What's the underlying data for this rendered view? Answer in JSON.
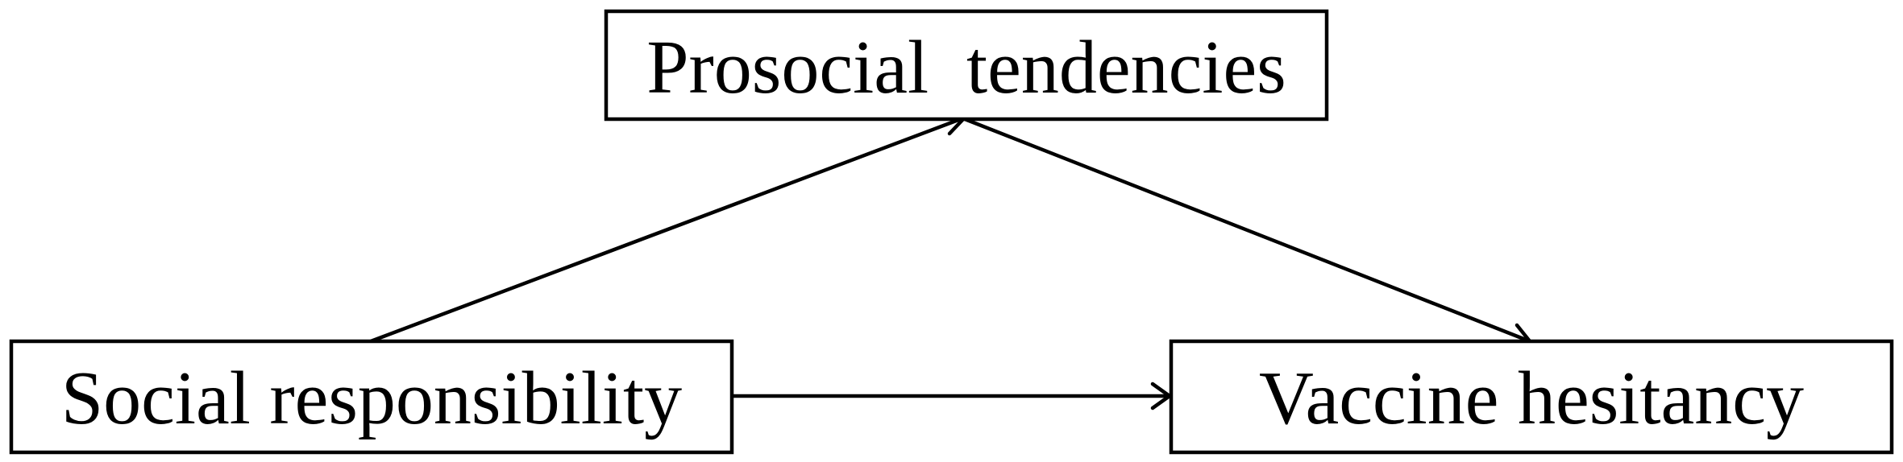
{
  "diagram": {
    "nodes": {
      "prosocial": {
        "label": "Prosocial  tendencies"
      },
      "social": {
        "label": "Social responsibility"
      },
      "vaccine": {
        "label": "Vaccine hesitancy"
      }
    },
    "edges": [
      {
        "from": "social",
        "to": "prosocial"
      },
      {
        "from": "prosocial",
        "to": "vaccine"
      },
      {
        "from": "social",
        "to": "vaccine"
      }
    ],
    "colors": {
      "stroke": "#000000",
      "background": "#ffffff",
      "text": "#000000"
    }
  }
}
